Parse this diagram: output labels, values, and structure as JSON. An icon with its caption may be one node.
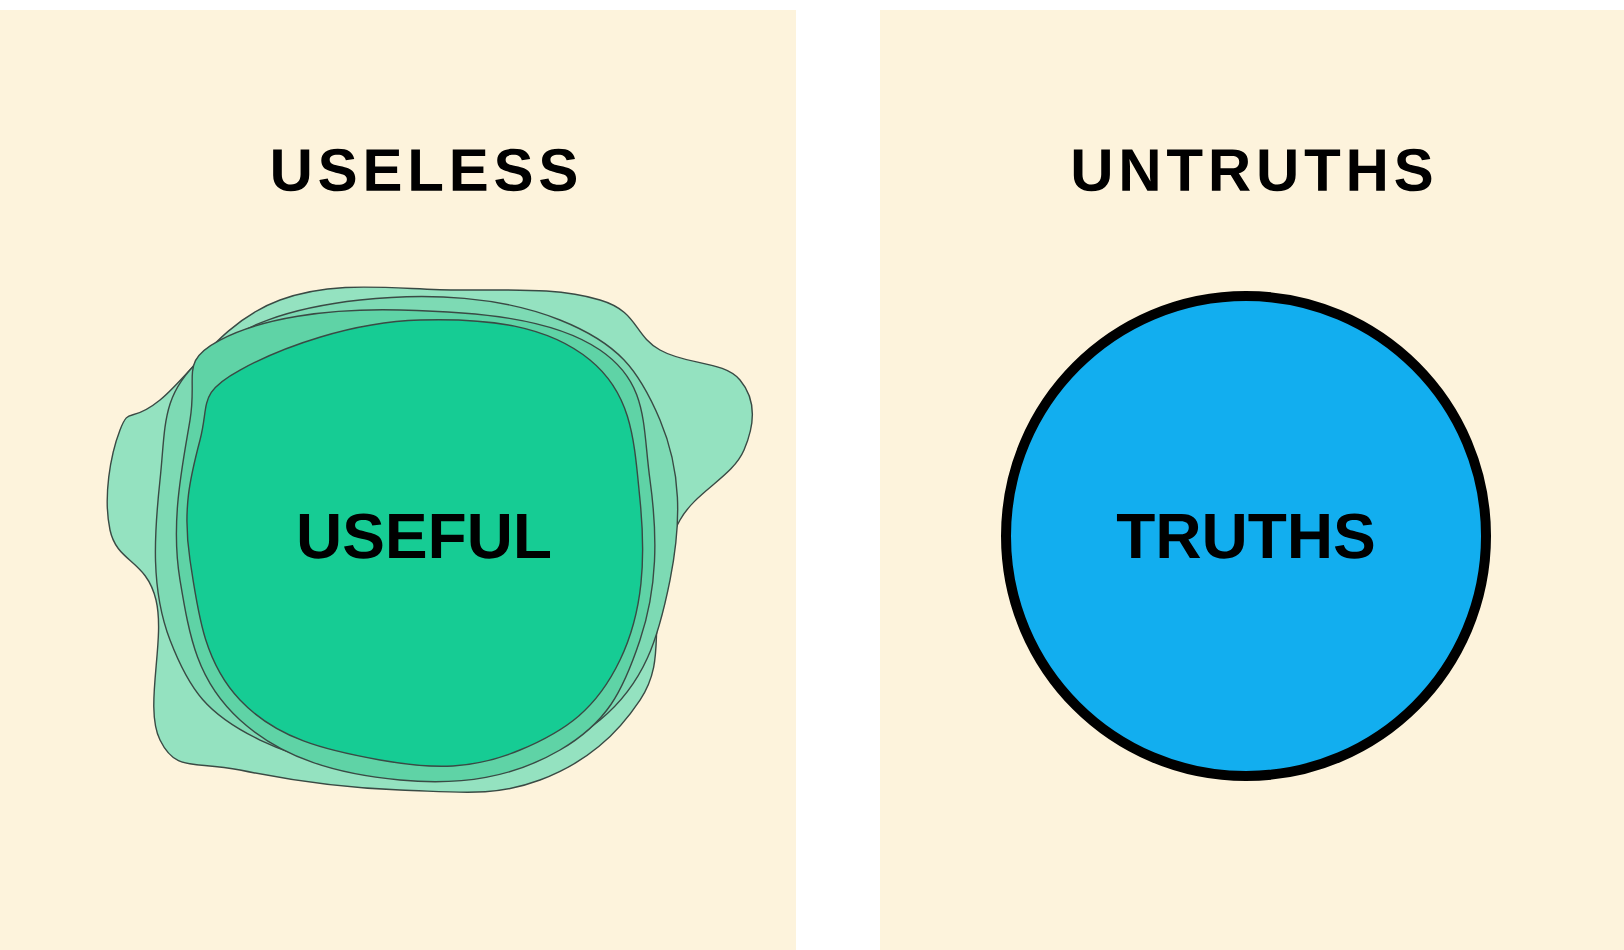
{
  "diagram": {
    "nodes": [
      {
        "text": [
          "USELESS"
        ]
      },
      {
        "text": [
          "USEFUL"
        ],
        "in": 0
      },
      {
        "text": [
          "UNTRUTHS"
        ]
      },
      {
        "text": [
          "TRUTHS"
        ],
        "in": 2
      }
    ]
  }
}
